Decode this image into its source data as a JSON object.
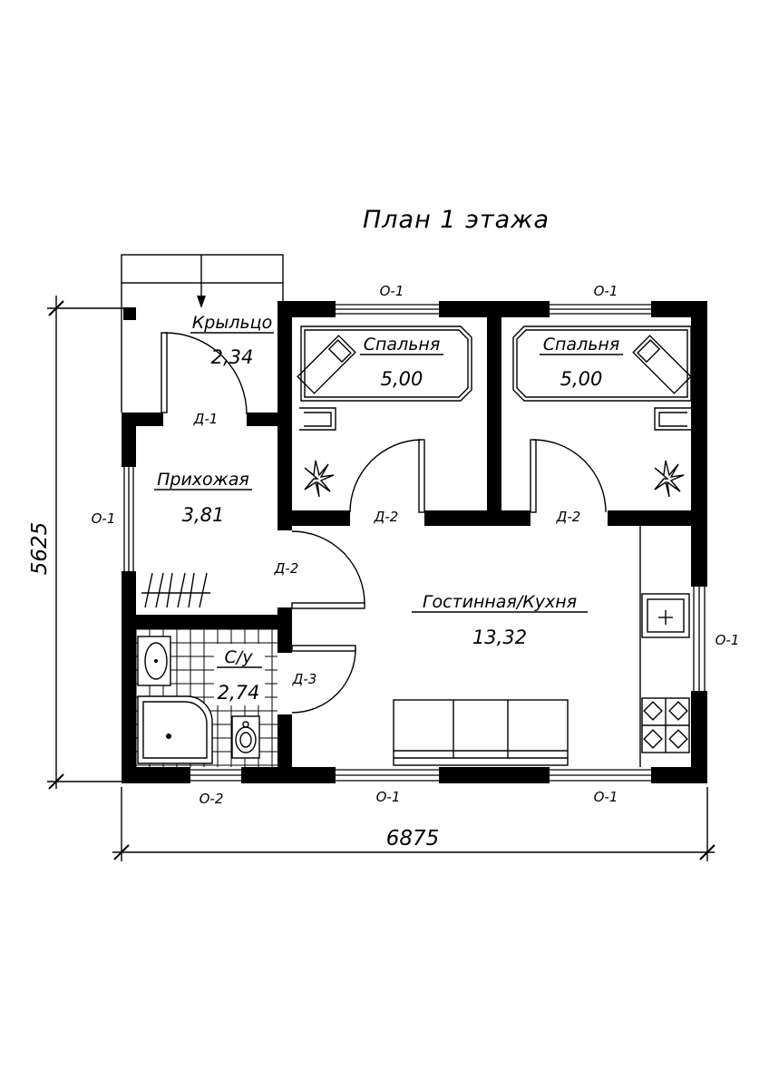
{
  "title": "План 1 этажа",
  "rooms": [
    {
      "name": "Крыльцо",
      "area": "2,34"
    },
    {
      "name": "Спальня",
      "area": "5,00"
    },
    {
      "name": "Спальня",
      "area": "5,00"
    },
    {
      "name": "Прихожая",
      "area": "3,81"
    },
    {
      "name": "Гостинная/Кухня",
      "area": "13,32"
    },
    {
      "name": "С/у",
      "area": "2,74"
    }
  ],
  "doors": [
    "Д-1",
    "Д-2",
    "Д-2",
    "Д-2",
    "Д-3"
  ],
  "windows": [
    "О-1",
    "О-1",
    "О-1",
    "О-1",
    "О-1",
    "О-1",
    "О-2"
  ],
  "dimensions": {
    "width": "6875",
    "height": "5625"
  }
}
